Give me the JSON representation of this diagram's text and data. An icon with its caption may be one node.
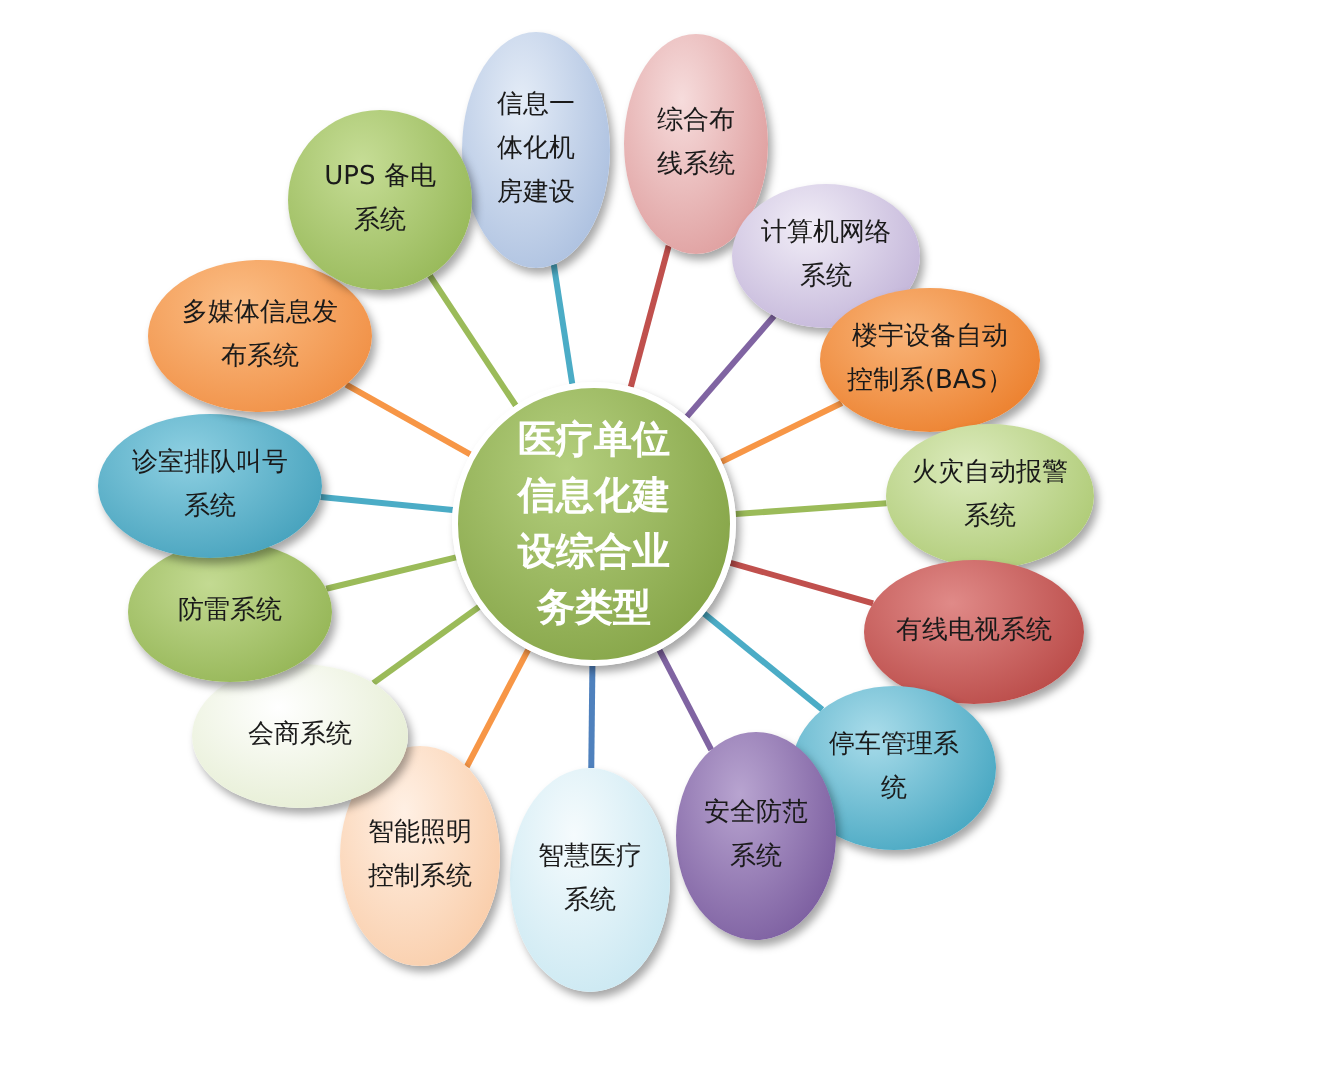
{
  "diagram": {
    "nodes": [
      {
        "text": [
          "医疗单位信息化建设综合业务类型"
        ]
      },
      {
        "text": [
          "信息一体化机房建设"
        ]
      },
      {
        "text": [
          "综合布线系统"
        ]
      },
      {
        "text": [
          "计算机网络系统"
        ]
      },
      {
        "text": [
          "楼宇设备自动控制系(BAS）"
        ]
      },
      {
        "text": [
          "火灾自动报警系统"
        ]
      },
      {
        "text": [
          "有线电视系统"
        ]
      },
      {
        "text": [
          "停车管理系统"
        ]
      },
      {
        "text": [
          "安全防范系统"
        ]
      },
      {
        "text": [
          "智慧医疗系统"
        ]
      },
      {
        "text": [
          "智能照明控制系统"
        ]
      },
      {
        "text": [
          "会商系统"
        ]
      },
      {
        "text": [
          "防雷系统"
        ]
      },
      {
        "text": [
          "诊室排队叫号系统"
        ]
      },
      {
        "text": [
          "多媒体信息发布系统"
        ]
      },
      {
        "text": [
          "UPS 备电系统"
        ]
      }
    ],
    "edges": [
      {
        "from": 0,
        "to": 1,
        "arrow": "none",
        "color": "#4bacc6"
      },
      {
        "from": 0,
        "to": 2,
        "arrow": "none",
        "color": "#c0504d"
      },
      {
        "from": 0,
        "to": 3,
        "arrow": "none",
        "color": "#8064a2"
      },
      {
        "from": 0,
        "to": 4,
        "arrow": "none",
        "color": "#f79646"
      },
      {
        "from": 0,
        "to": 5,
        "arrow": "none",
        "color": "#9bbb59"
      },
      {
        "from": 0,
        "to": 6,
        "arrow": "none",
        "color": "#c0504d"
      },
      {
        "from": 0,
        "to": 7,
        "arrow": "none",
        "color": "#4bacc6"
      },
      {
        "from": 0,
        "to": 8,
        "arrow": "none",
        "color": "#8064a2"
      },
      {
        "from": 0,
        "to": 9,
        "arrow": "none",
        "color": "#4f81bd"
      },
      {
        "from": 0,
        "to": 10,
        "arrow": "none",
        "color": "#f79646"
      },
      {
        "from": 0,
        "to": 11,
        "arrow": "none",
        "color": "#9bbb59"
      },
      {
        "from": 0,
        "to": 12,
        "arrow": "none",
        "color": "#9bbb59"
      },
      {
        "from": 0,
        "to": 13,
        "arrow": "none",
        "color": "#4bacc6"
      },
      {
        "from": 0,
        "to": 14,
        "arrow": "none",
        "color": "#f79646"
      },
      {
        "from": 0,
        "to": 15,
        "arrow": "none",
        "color": "#9bbb59"
      }
    ]
  }
}
